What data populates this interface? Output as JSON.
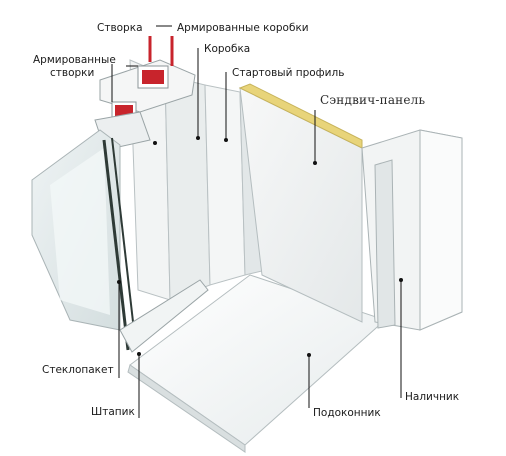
{
  "diagram": {
    "labels": {
      "stvorka": "Створка",
      "armirovannye_korobki": "Армированные коробки",
      "armirovannye_stvorki_line1": "Армированные",
      "armirovannye_stvorki_line2": "створки",
      "korobka": "Коробка",
      "startovyi_profil": "Стартовый профиль",
      "sendvich_panel": "Сэндвич-панель",
      "steklopaket": "Стеклопакет",
      "shtapik": "Штапик",
      "podokonnik": "Подоконник",
      "nalichnik": "Наличник"
    },
    "colors": {
      "reinforcement": "#c8242c",
      "sandwich_edge": "#e8d47a",
      "glass_tint": "#dfe8ea",
      "seal": "#2e3a36",
      "leader": "#111111"
    }
  }
}
